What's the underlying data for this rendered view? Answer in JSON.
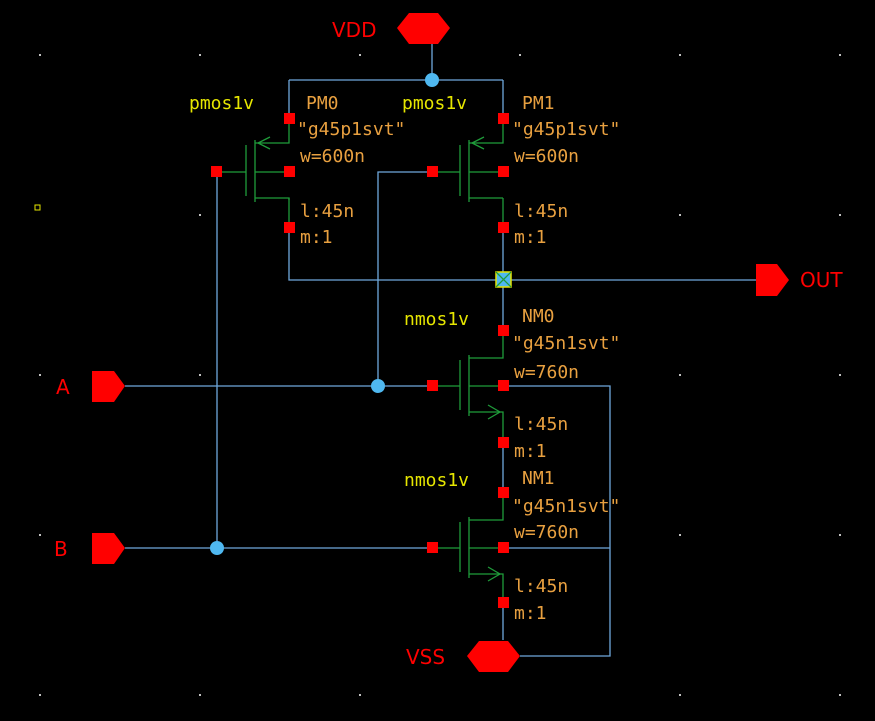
{
  "pins": {
    "vdd": "VDD",
    "vss": "VSS",
    "a": "A",
    "b": "B",
    "out": "OUT"
  },
  "devices": {
    "pm0": {
      "cell": "pmos1v",
      "name": "PM0",
      "model": "\"g45p1svt\"",
      "w": "w=600n",
      "l": "l:45n",
      "m": "m:1"
    },
    "pm1": {
      "cell": "pmos1v",
      "name": "PM1",
      "model": "\"g45p1svt\"",
      "w": "w=600n",
      "l": "l:45n",
      "m": "m:1"
    },
    "nm0": {
      "cell": "nmos1v",
      "name": "NM0",
      "model": "\"g45n1svt\"",
      "w": "w=760n",
      "l": "l:45n",
      "m": "m:1"
    },
    "nm1": {
      "cell": "nmos1v",
      "name": "NM1",
      "model": "\"g45n1svt\"",
      "w": "w=760n",
      "l": "l:45n",
      "m": "m:1"
    }
  },
  "colors": {
    "background": "#000000",
    "wire": "#6fa8dc",
    "pin": "#ff0000",
    "device": "#1f9c3a",
    "cell_label": "#e6e600",
    "param_label": "#e8a040",
    "junction": "#4fb8f0"
  }
}
